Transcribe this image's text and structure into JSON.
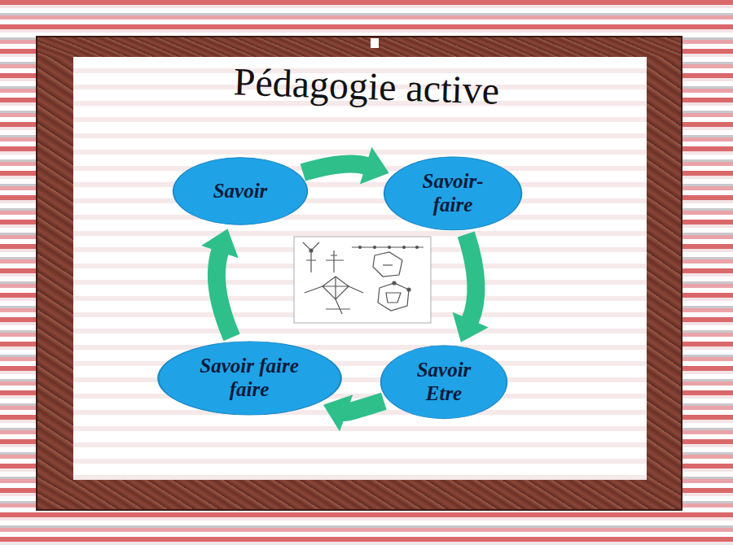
{
  "diagram": {
    "title": "Pédagogie active",
    "nodes": [
      {
        "text": [
          "Savoir"
        ]
      },
      {
        "text": [
          "Savoir- faire"
        ]
      },
      {
        "text": [
          "Savoir Etre"
        ]
      },
      {
        "text": [
          "Savoir faire faire"
        ]
      }
    ],
    "edges": [
      {
        "from": 0,
        "to": 1,
        "arrow": "to"
      },
      {
        "from": 1,
        "to": 2,
        "arrow": "to"
      },
      {
        "from": 2,
        "to": 3,
        "arrow": "to"
      },
      {
        "from": 3,
        "to": 0,
        "arrow": "to"
      }
    ]
  }
}
